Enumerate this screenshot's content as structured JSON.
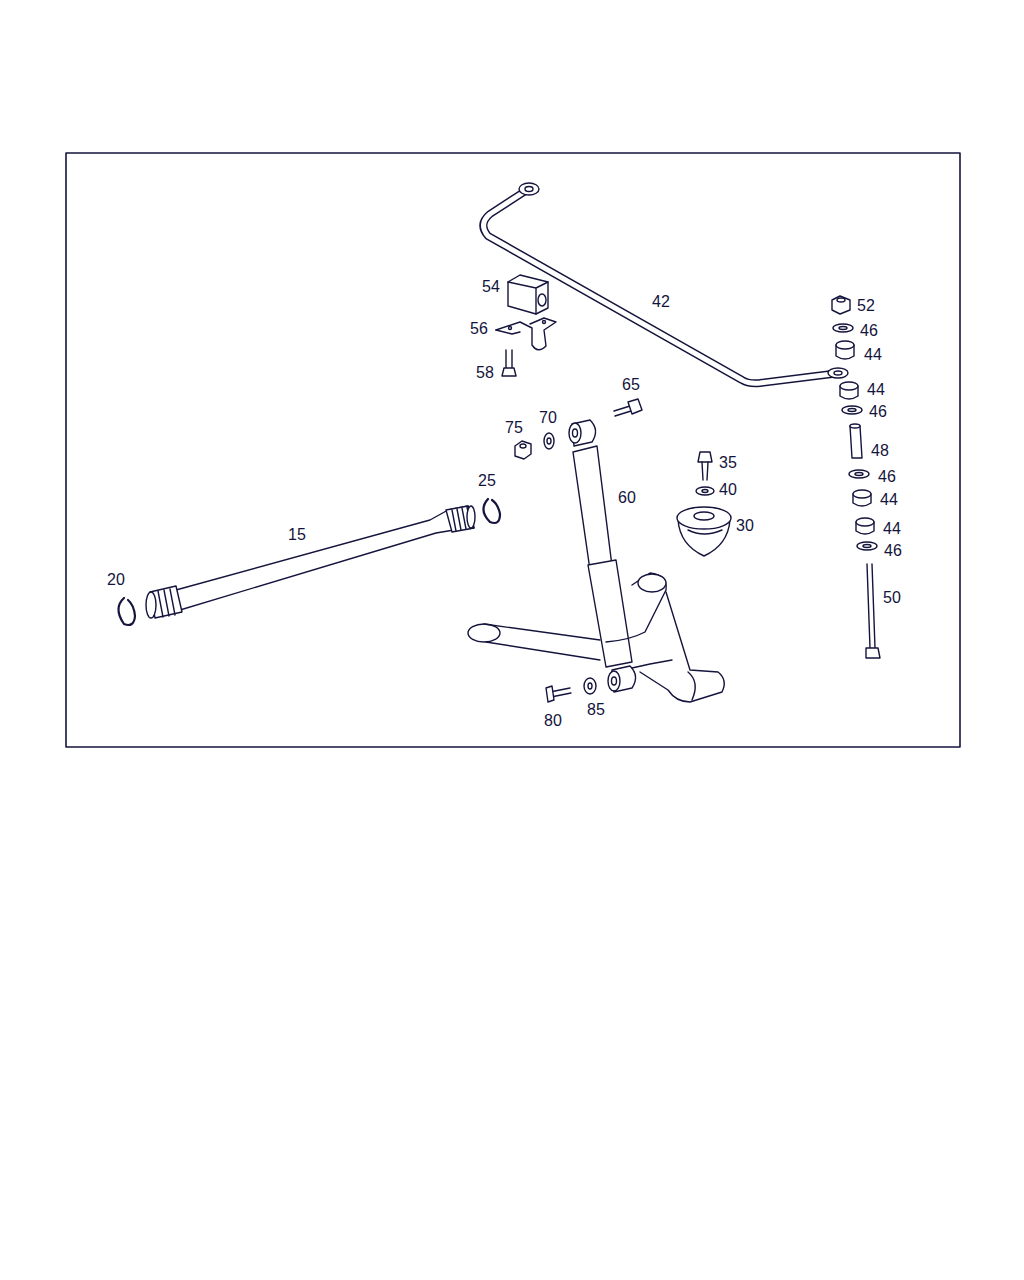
{
  "diagram": {
    "labels": [
      "42",
      "54",
      "56",
      "58",
      "52",
      "46",
      "44",
      "44",
      "46",
      "65",
      "75",
      "70",
      "48",
      "46",
      "44",
      "35",
      "40",
      "25",
      "60",
      "30",
      "44",
      "46",
      "15",
      "50",
      "20",
      "80",
      "85"
    ]
  }
}
